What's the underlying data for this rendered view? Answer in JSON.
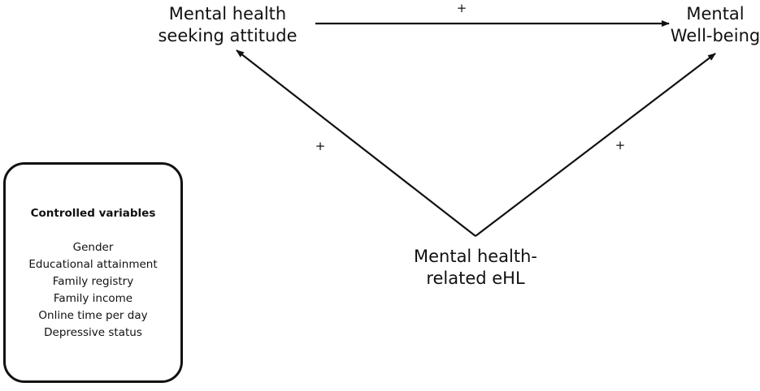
{
  "nodes": {
    "attitude": {
      "line1": "Mental health",
      "line2": "seeking attitude"
    },
    "wellbeing": {
      "line1": "Mental",
      "line2": "Well-being"
    },
    "ehl": {
      "line1": "Mental health-",
      "line2": "related eHL"
    }
  },
  "edges": [
    {
      "from": "attitude",
      "to": "wellbeing",
      "sign": "+"
    },
    {
      "from": "ehl",
      "to": "attitude",
      "sign": "+"
    },
    {
      "from": "ehl",
      "to": "wellbeing",
      "sign": "+"
    }
  ],
  "controls": {
    "title": "Controlled variables",
    "items": [
      "Gender",
      "Educational attainment",
      "Family registry",
      "Family income",
      "Online time per day",
      "Depressive status"
    ]
  },
  "colors": {
    "stroke": "#111111",
    "background": "#ffffff"
  }
}
